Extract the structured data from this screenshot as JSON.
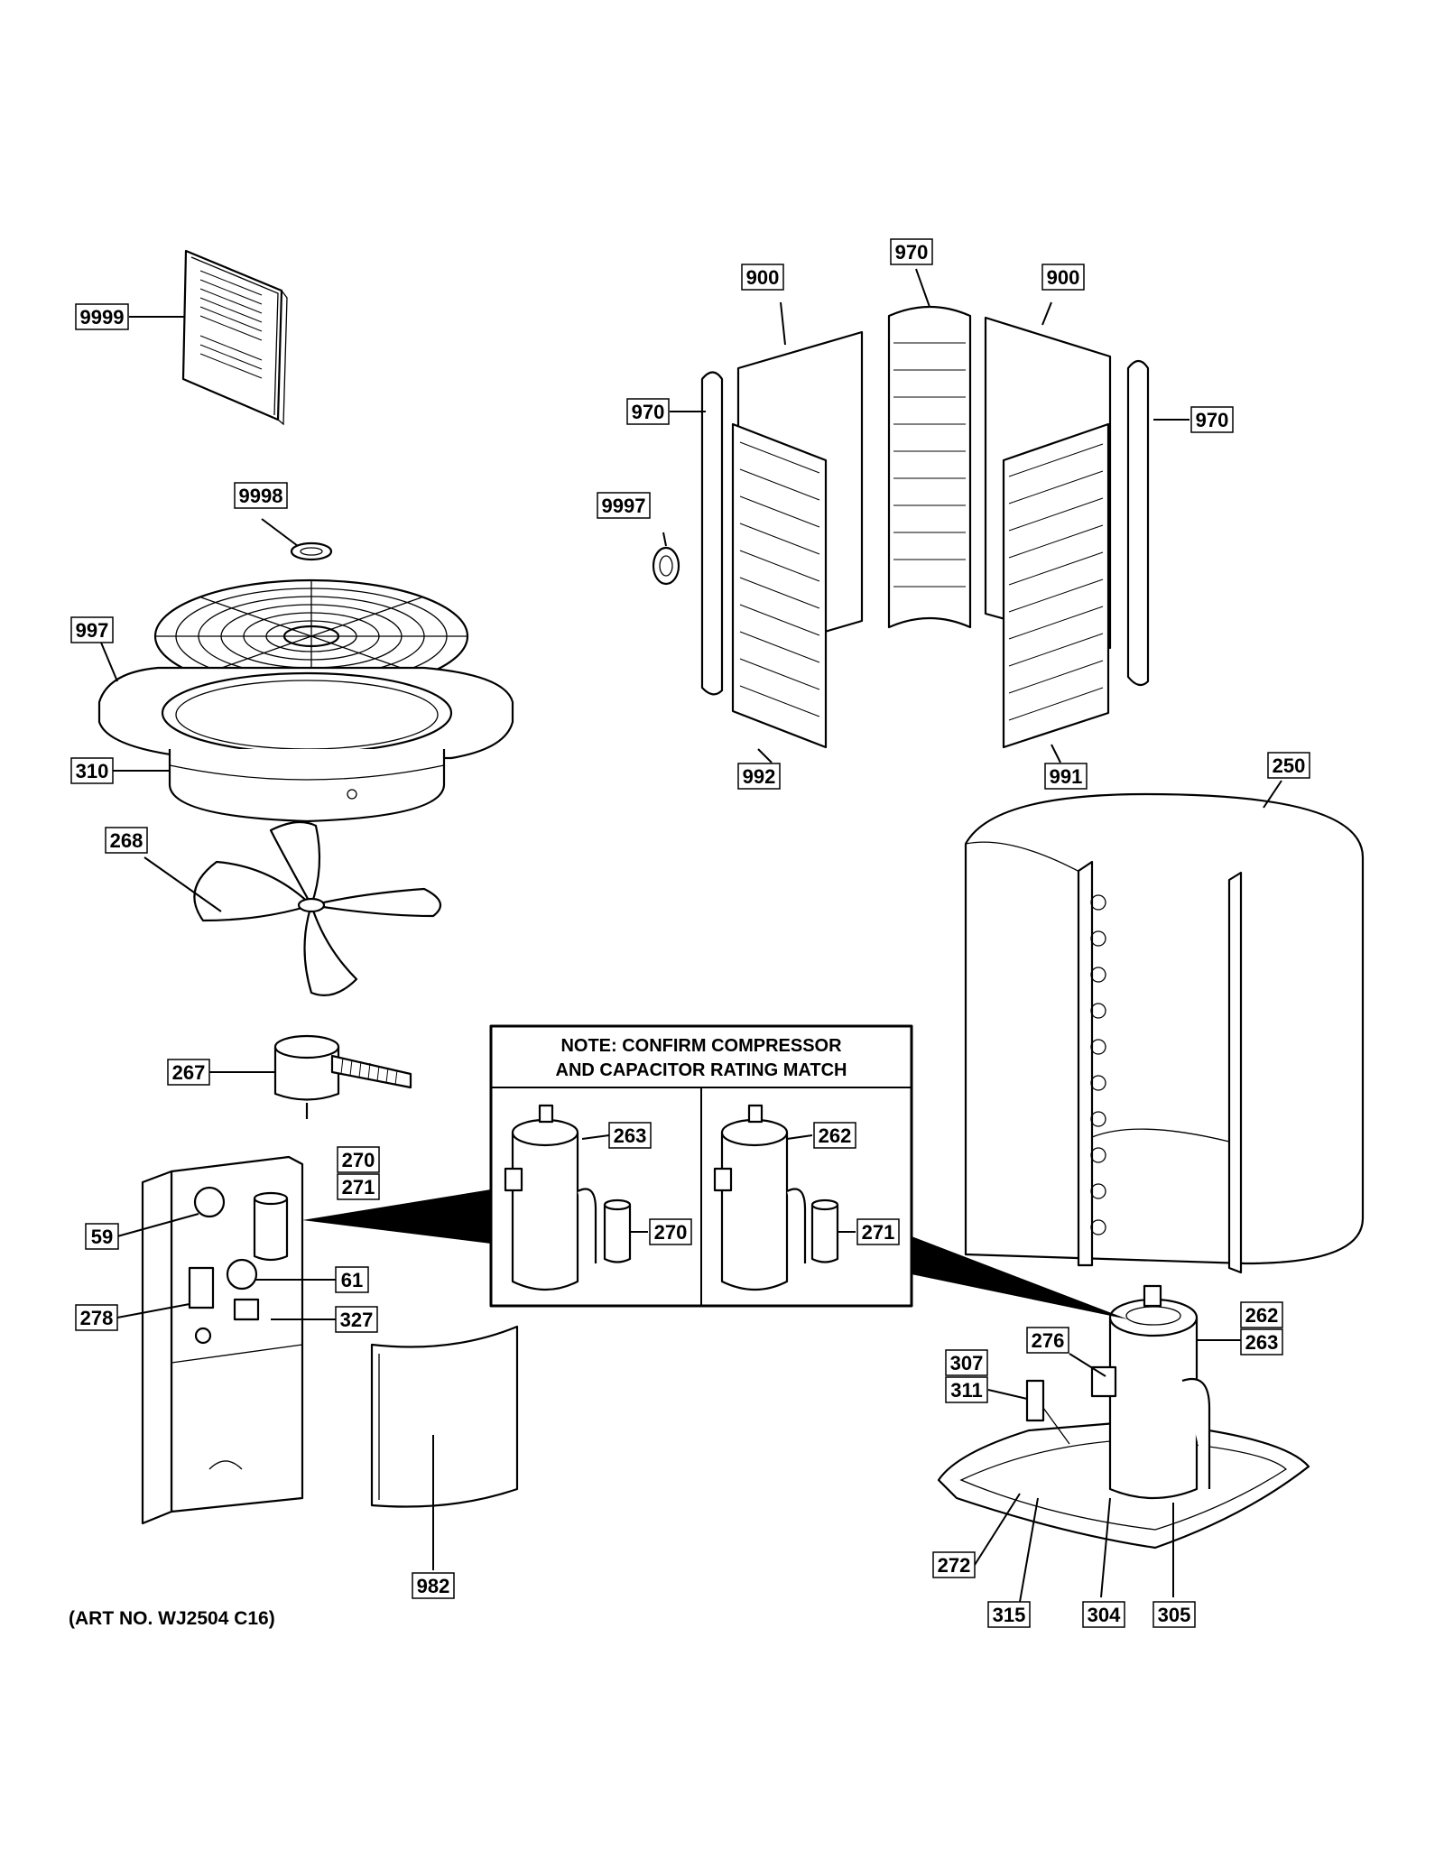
{
  "labels": {
    "l9999": "9999",
    "l9998": "9998",
    "l997": "997",
    "l310": "310",
    "l268": "268",
    "l267": "267",
    "l270a": "270",
    "l271a": "271",
    "l59": "59",
    "l61": "61",
    "l278": "278",
    "l327": "327",
    "l982": "982",
    "l900a": "900",
    "l970top": "970",
    "l900b": "900",
    "l970left": "970",
    "l970right": "970",
    "l9997": "9997",
    "l992": "992",
    "l991": "991",
    "l250": "250",
    "l263box": "263",
    "l270box": "270",
    "l262box": "262",
    "l271box": "271",
    "l262": "262",
    "l263": "263",
    "l276": "276",
    "l307": "307",
    "l311": "311",
    "l272": "272",
    "l315": "315",
    "l304": "304",
    "l305": "305"
  },
  "note": {
    "line1": "NOTE: CONFIRM COMPRESSOR",
    "line2": "AND CAPACITOR RATING MATCH"
  },
  "art_number": "(ART NO. WJ2504 C16)"
}
